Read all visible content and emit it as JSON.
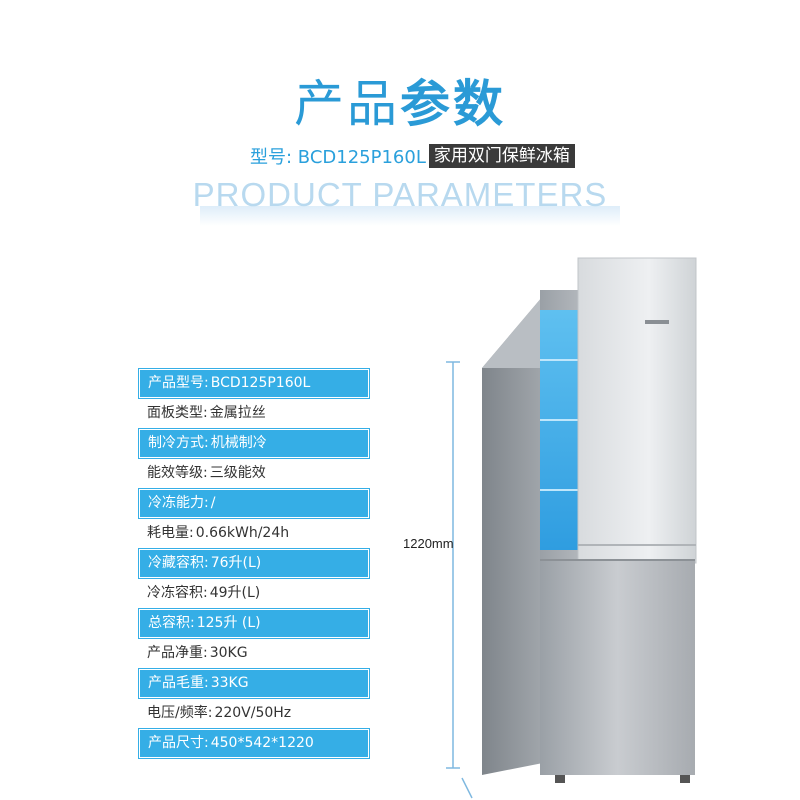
{
  "header": {
    "title_part1": "产品",
    "title_part2": "参数",
    "model_prefix": "型号: BCD125P160L",
    "model_badge": "家用双门保鲜冰箱",
    "english_title": "PRODUCT PARAMETERS"
  },
  "specs": [
    {
      "label": "产品型号:",
      "value": "BCD125P160L",
      "highlight": true
    },
    {
      "label": "面板类型:",
      "value": "金属拉丝",
      "highlight": false
    },
    {
      "label": "制冷方式:",
      "value": "机械制冷",
      "highlight": true
    },
    {
      "label": "能效等级:",
      "value": "三级能效",
      "highlight": false
    },
    {
      "label": "冷冻能力:",
      "value": "/",
      "highlight": true
    },
    {
      "label": "耗电量:",
      "value": "0.66kWh/24h",
      "highlight": false
    },
    {
      "label": "冷藏容积:",
      "value": "76升(L)",
      "highlight": true
    },
    {
      "label": "冷冻容积:",
      "value": "49升(L)",
      "highlight": false
    },
    {
      "label": "总容积:",
      "value": "125升 (L)",
      "highlight": true
    },
    {
      "label": "产品净重:",
      "value": "30KG",
      "highlight": false
    },
    {
      "label": "产品毛重:",
      "value": "33KG",
      "highlight": true
    },
    {
      "label": "电压/频率:",
      "value": "220V/50Hz",
      "highlight": false
    },
    {
      "label": "产品尺寸:",
      "value": "450*542*1220",
      "highlight": true
    }
  ],
  "dimension": {
    "height_label": "1220mm"
  },
  "colors": {
    "accent": "#2a9ad6",
    "highlight_row": "#35aee6",
    "english_title": "#b8d9ef",
    "badge_bg": "#3a3a3a"
  }
}
